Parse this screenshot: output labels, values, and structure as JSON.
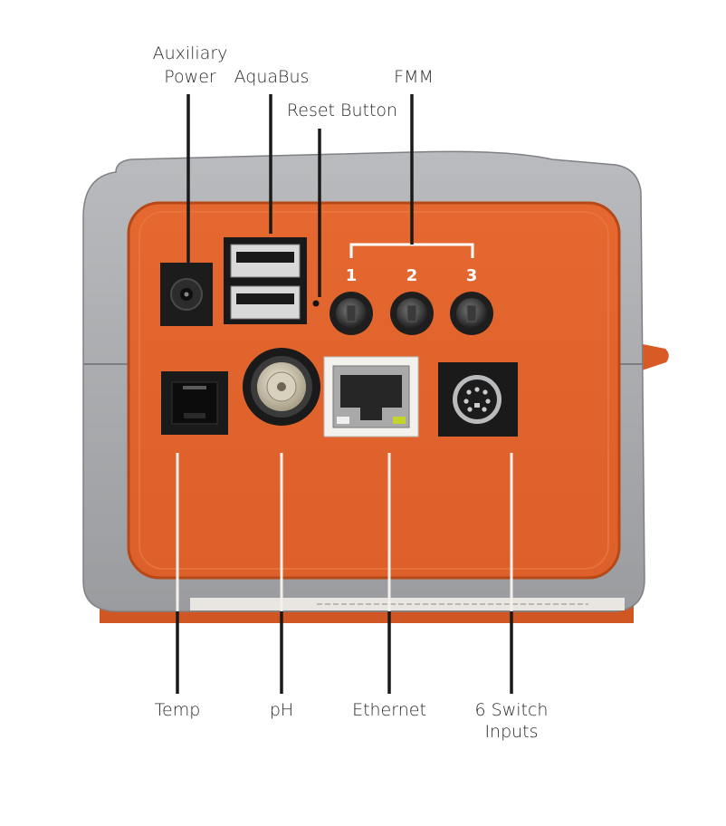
{
  "labels": {
    "aux_power_line1": "Auxiliary",
    "aux_power_line2": "Power",
    "aquabus": "AquaBus",
    "fmm": "FMM",
    "reset_button": "Reset Button",
    "temp": "Temp",
    "ph": "pH",
    "ethernet": "Ethernet",
    "switch_line1": "6 Switch",
    "switch_line2": "Inputs"
  },
  "fmm_ports": [
    "1",
    "2",
    "3"
  ],
  "colors": {
    "housing_gray": "#a6a8ab",
    "panel_orange": "#e0622d",
    "callout_line": "#1a1a1a",
    "label_text": "#2a2a2a"
  }
}
